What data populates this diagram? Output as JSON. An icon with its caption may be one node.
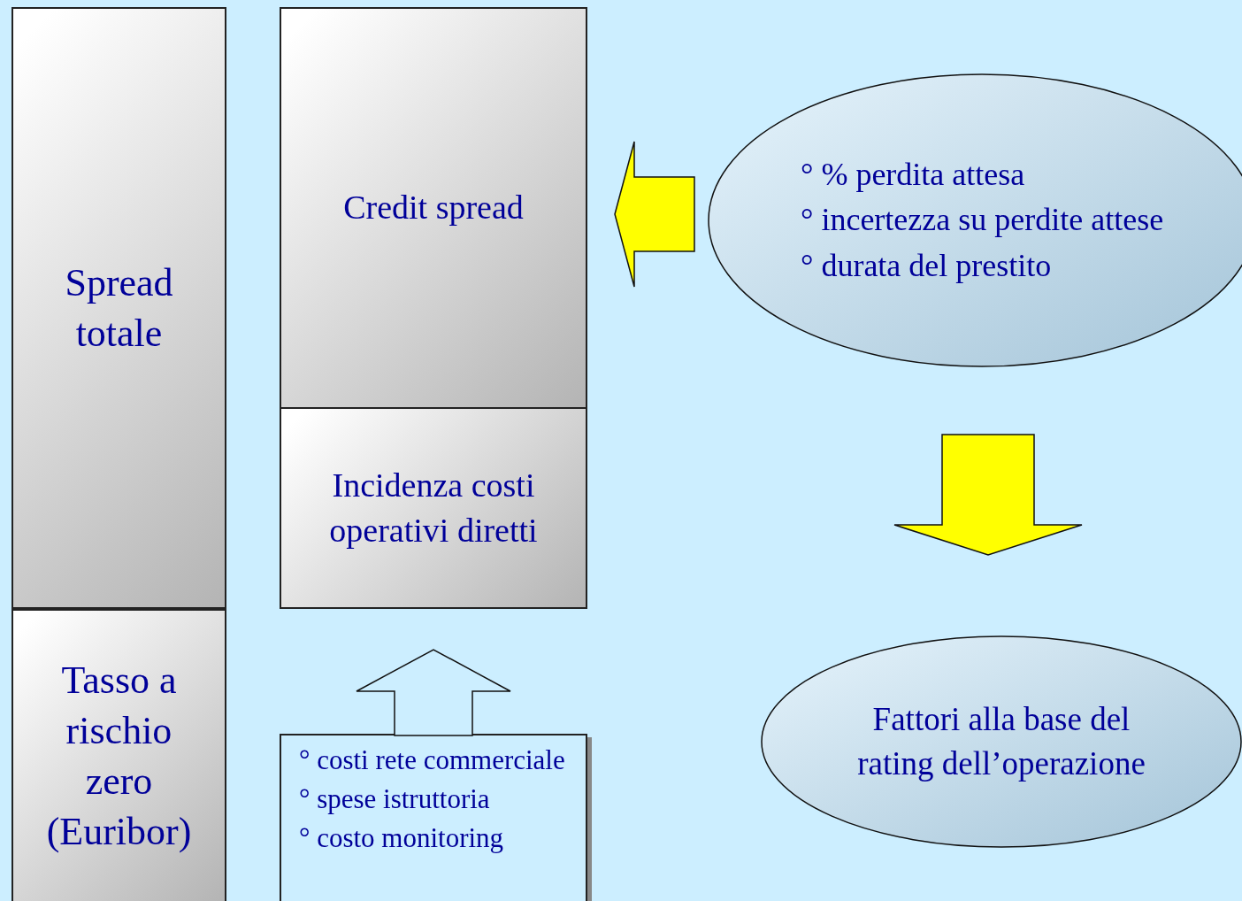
{
  "diagram": {
    "nodes": [
      {
        "text": [
          "Spread totale"
        ]
      },
      {
        "text": [
          "Tasso a rischio zero (Euribor)"
        ]
      },
      {
        "text": [
          "Credit spread"
        ]
      },
      {
        "text": [
          "Incidenza costi operativi diretti"
        ]
      },
      {
        "text": [
          "° costi rete commerciale",
          "° spese istruttoria",
          "° costo monitoring"
        ]
      },
      {
        "text": [
          "° % perdita attesa",
          "° incertezza su perdite attese",
          "° durata del prestito"
        ]
      },
      {
        "text": [
          "Fattori alla base del rating dell’operazione"
        ]
      }
    ],
    "edges": [
      {
        "from": 5,
        "to": 2,
        "arrow": "to",
        "color": "#ffff00"
      },
      {
        "from": 5,
        "to": 6,
        "arrow": "to",
        "color": "#ffff00"
      },
      {
        "from": 4,
        "to": 3,
        "arrow": "to",
        "color": "#cceeff"
      }
    ]
  }
}
